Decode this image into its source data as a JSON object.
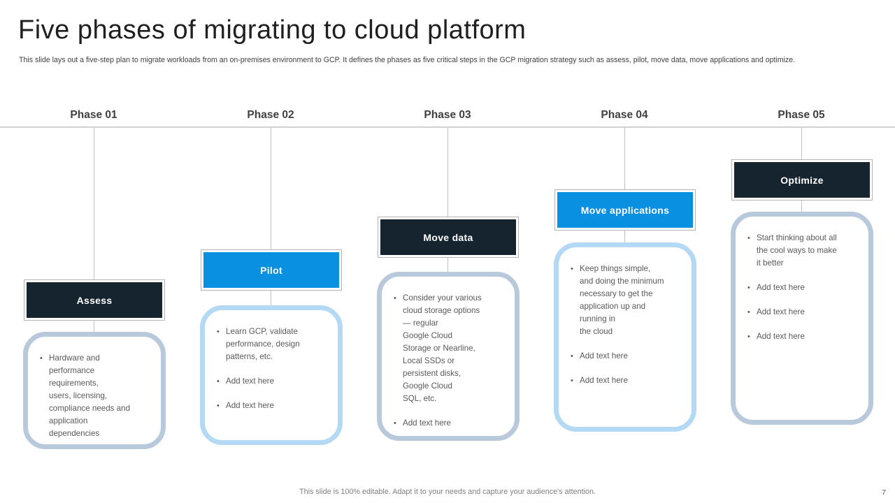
{
  "slide": {
    "title": "Five phases of migrating to cloud platform",
    "subtitle": "This slide lays out a five-step plan to migrate workloads from an on-premises environment to GCP.  It defines the phases as five critical steps in the GCP migration strategy such as assess, pilot, move data, move applications and optimize.",
    "footer": "This slide is 100% editable. Adapt it to your needs and capture your audience's attention.",
    "page_number": "7"
  },
  "colors": {
    "dark_navy": "#16242f",
    "accent_blue": "#0a90e0",
    "card_border_gray_blue": "#b7c9da",
    "card_border_light_blue": "#b4d9f4",
    "body_text": "#595959",
    "heading_text": "#404040"
  },
  "phases": [
    {
      "label": "Phase 01",
      "title": "Assess",
      "style": "dark",
      "bullets": [
        "Hardware and\nperformance\nrequirements,\nusers, licensing,\ncompliance needs and\napplication\ndependencies"
      ]
    },
    {
      "label": "Phase 02",
      "title": "Pilot",
      "style": "accent",
      "bullets": [
        "Learn GCP, validate\nperformance, design\npatterns, etc.",
        "Add text here",
        "Add text here"
      ]
    },
    {
      "label": "Phase 03",
      "title": "Move data",
      "style": "dark",
      "bullets": [
        "Consider your various\ncloud storage options\n— regular\nGoogle Cloud\nStorage or Nearline,\nLocal SSDs or\npersistent disks,\nGoogle Cloud\nSQL, etc.",
        "Add text here"
      ]
    },
    {
      "label": "Phase 04",
      "title": "Move applications",
      "style": "accent",
      "bullets": [
        "Keep things simple,\nand doing the minimum\nnecessary to get the\napplication up and\nrunning in\nthe cloud",
        "Add text here",
        "Add text here"
      ]
    },
    {
      "label": "Phase 05",
      "title": "Optimize",
      "style": "dark",
      "bullets": [
        "Start thinking about all\nthe cool ways to make\nit better",
        "Add text here",
        "Add text here",
        "Add text here"
      ]
    }
  ]
}
